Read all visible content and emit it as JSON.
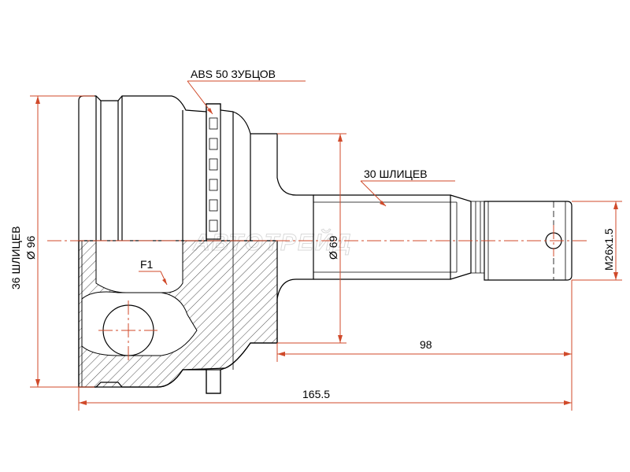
{
  "labels": {
    "abs_teeth": "ABS 50 ЗУБЦОВ",
    "shaft_splines": "30 ШЛИЦЕВ",
    "outer_splines": "36 ШЛИЦЕВ",
    "outer_diameter": "Ø 96",
    "seal_diameter": "Ø 69",
    "thread": "M26x1.5",
    "face": "F1",
    "shaft_length": "98",
    "total_length": "165.5"
  },
  "watermark": "АВТОТРЕЙД",
  "colors": {
    "dimension_lines": "#d04a2a",
    "outline": "#000000",
    "watermark": "#d9d9d9"
  }
}
